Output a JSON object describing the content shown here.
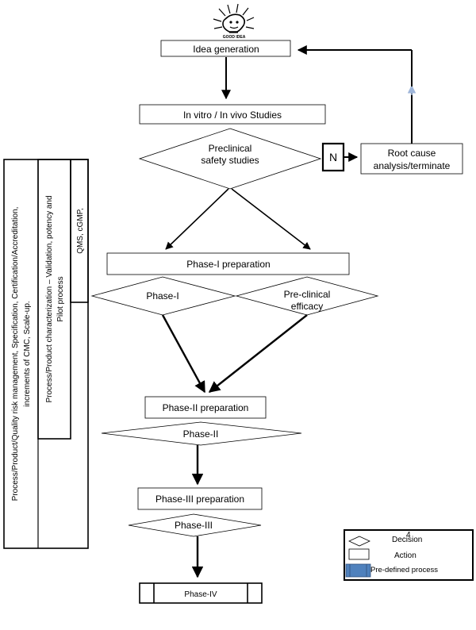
{
  "logo": {
    "caption": "GOOD IDEA"
  },
  "nodes": {
    "idea": "Idea generation",
    "invitro": "In vitro / In vivo  Studies",
    "preclinical_line1": "Preclinical",
    "preclinical_line2": "safety studies",
    "n": "N",
    "root_line1": "Root cause",
    "root_line2": "analysis/terminate",
    "phase1_prep": "Phase-I preparation",
    "phase1": "Phase-I",
    "preclin_eff_line1": "Pre-clinical",
    "preclin_eff_line2": "efficacy",
    "phase2_prep": "Phase-II  preparation",
    "phase2": "Phase-II",
    "phase3_prep": "Phase-III  preparation",
    "phase3": "Phase-III",
    "phase4": "Phase-IV"
  },
  "side_panels": {
    "outer_line1": "Process/Product/Quality risk management, Specification, Certification/Accreditation,",
    "outer_line2": "increments  of CMC, Scale-up.",
    "middle_line1": "Process/Product characterization – Validation, potency  and",
    "middle_line2": "Pilot process",
    "inner": "QMS,  cGMP,"
  },
  "legend": {
    "decision": "Decision",
    "action": "Action",
    "predefined": "Pre-defined process",
    "decision_mark": "4"
  },
  "colors": {
    "predefined_fill": "#4f81bd",
    "feedback_arrow": "#9fb6d9"
  }
}
